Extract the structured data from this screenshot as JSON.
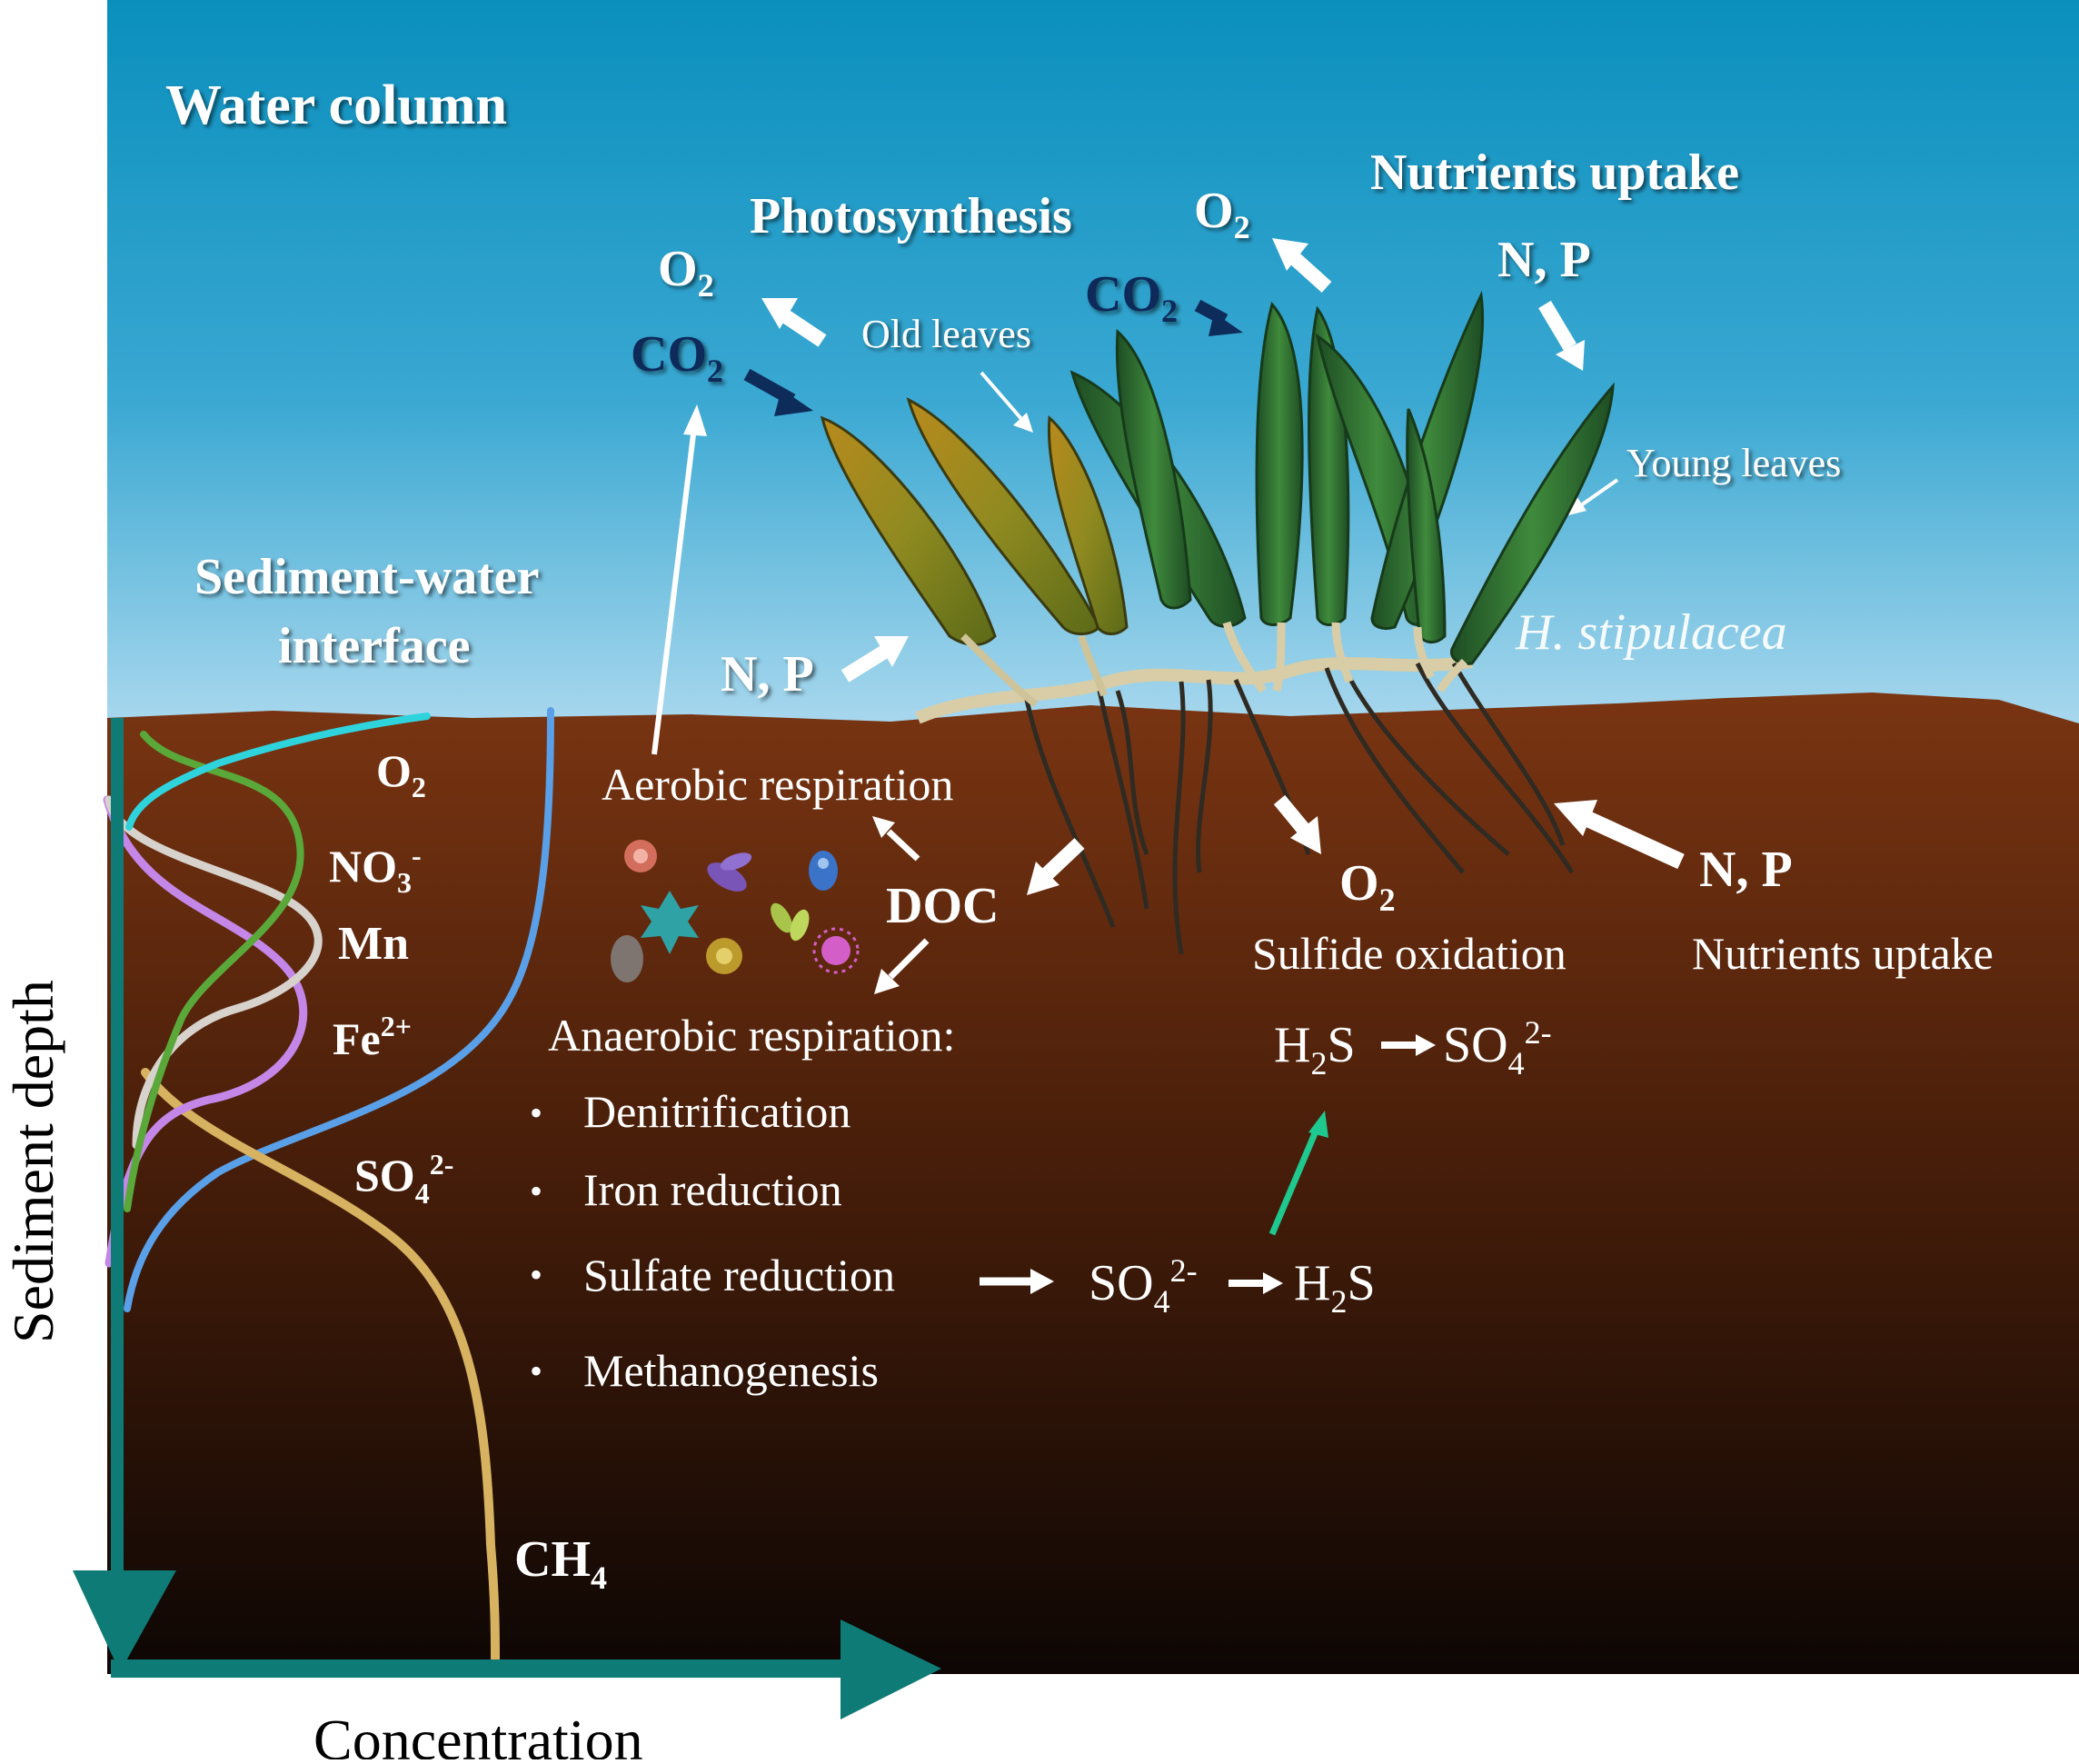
{
  "colors": {
    "water_top": "#0a8fbd",
    "water_bottom": "#a9d8ee",
    "sediment_top": "#7a3512",
    "sediment_bottom": "#0d0604",
    "axis": "#0f7b76",
    "co2_arrow": "#0e2c5a",
    "o2_curve": "#2fd3dc",
    "no3_curve": "#5aa83a",
    "mn_curve": "#d7d2cc",
    "fe_curve": "#c487e8",
    "so4_curve": "#5aa0e8",
    "ch4_curve": "#d7b260",
    "oxidation_arrow": "#1ec98f"
  },
  "labels": {
    "water_column": "Water column",
    "photosynthesis": "Photosynthesis",
    "nutrients_uptake_top": "Nutrients uptake",
    "o2_left": "O",
    "o2_left_sub": "2",
    "co2_left": "CO",
    "co2_left_sub": "2",
    "o2_right": "O",
    "o2_right_sub": "2",
    "co2_right": "CO",
    "co2_right_sub": "2",
    "np_top": "N, P",
    "old_leaves": "Old leaves",
    "young_leaves": "Young leaves",
    "species": "H. stipulacea",
    "sediment_water_1": "Sediment-water",
    "sediment_water_2": "interface",
    "np_mid": "N, P",
    "aerobic": "Aerobic respiration",
    "doc": "DOC",
    "anaerobic": "Anaerobic respiration:",
    "bullets": [
      "Denitrification",
      "Iron reduction",
      "Sulfate reduction",
      "Methanogenesis"
    ],
    "bullet_char": "•",
    "o2_sed": "O",
    "o2_sed_sub": "2",
    "sulfide_oxidation": "Sulfide oxidation",
    "np_right": "N, P",
    "nutrients_uptake_bottom": "Nutrients uptake",
    "h2s_a": "H",
    "h2s_a_sub": "2",
    "h2s_a_rest": "S",
    "so4_a": "SO",
    "so4_a_sub": "4",
    "so4_a_sup": "2-",
    "so4_b": "SO",
    "so4_b_sub": "4",
    "so4_b_sup": "2-",
    "h2s_b": "H",
    "h2s_b_sub": "2",
    "h2s_b_rest": "S",
    "profile_o2": "O",
    "profile_o2_sub": "2",
    "profile_no3": "NO",
    "profile_no3_sub": "3",
    "profile_no3_sup": "-",
    "profile_mn": "Mn",
    "profile_fe": "Fe",
    "profile_fe_sup": "2+",
    "profile_so4": "SO",
    "profile_so4_sub": "4",
    "profile_so4_sup": "2-",
    "profile_ch4": "CH",
    "profile_ch4_sub": "4",
    "axis_y": "Sediment depth",
    "axis_x": "Concentration"
  }
}
